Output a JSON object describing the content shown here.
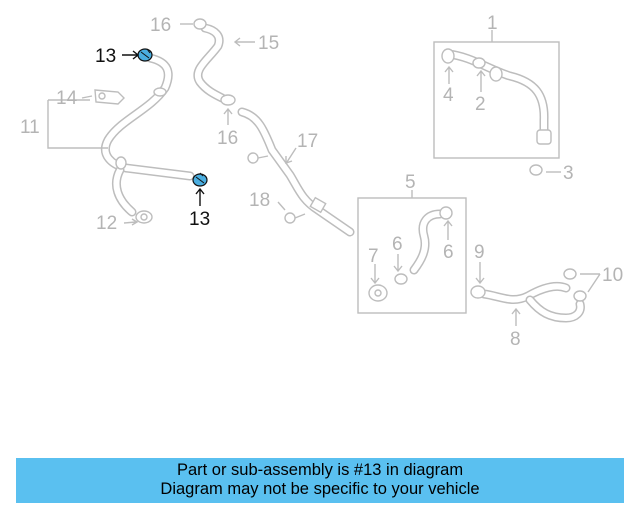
{
  "labels": {
    "n1": "1",
    "n2": "2",
    "n3": "3",
    "n4": "4",
    "n5": "5",
    "n6a": "6",
    "n6b": "6",
    "n7": "7",
    "n8": "8",
    "n9": "9",
    "n10": "10",
    "n11": "11",
    "n12": "12",
    "n13a": "13",
    "n13b": "13",
    "n14": "14",
    "n15": "15",
    "n16a": "16",
    "n16b": "16",
    "n17": "17",
    "n18": "18"
  },
  "colors": {
    "banner_bg": "#5ac0f0",
    "highlight_part": "#4aaee0",
    "diagram_gray": "#bdbdbd"
  },
  "banner": {
    "line1": "Part or sub-assembly is #13 in diagram",
    "line2": "Diagram may not be specific to your vehicle"
  }
}
